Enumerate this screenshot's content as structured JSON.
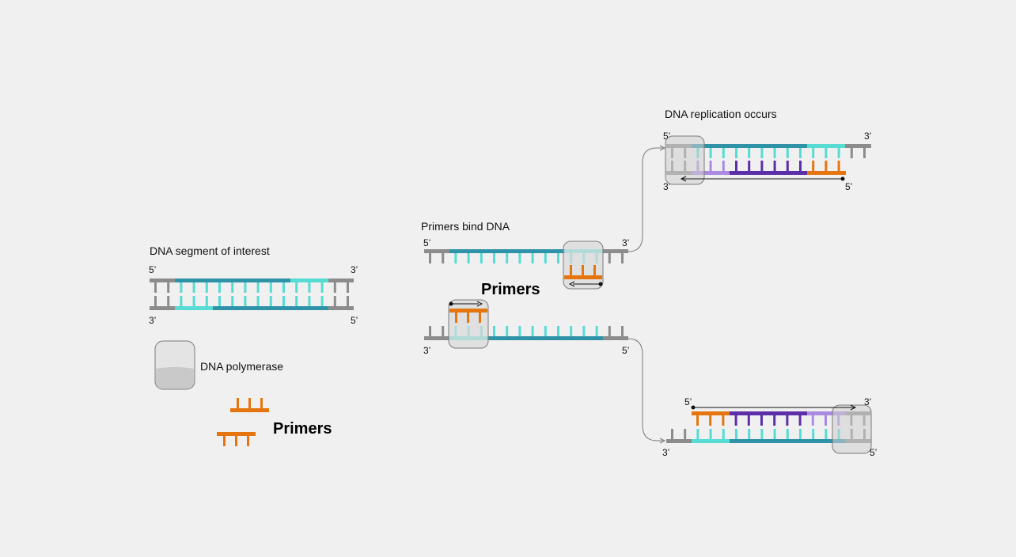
{
  "labels": {
    "segment": "DNA segment of interest",
    "polymerase": "DNA polymerase",
    "primers_legend": "Primers",
    "bind": "Primers bind DNA",
    "primers_mid": "Primers",
    "replication": "DNA replication occurs",
    "five": "5’",
    "three": "3’"
  },
  "colors": {
    "backbone": "#8c8c8c",
    "target_dark": "#2f93a8",
    "target_light": "#57dcd4",
    "primer": "#e5750f",
    "new_strand": "#5b2fa8",
    "new_strand_light": "#a98be0",
    "polymerase_fill": "#d8d8d8",
    "polymerase_stroke": "#7a7a7a"
  }
}
